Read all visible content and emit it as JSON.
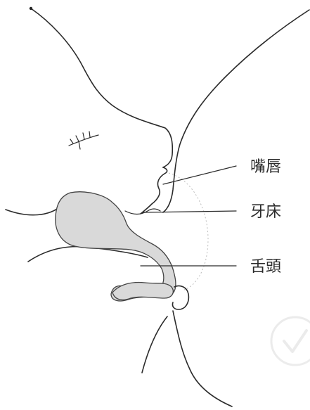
{
  "labels": {
    "lips": "嘴唇",
    "gum": "牙床",
    "tongue": "舌頭"
  },
  "colors": {
    "line": "#2b2b2b",
    "fill": "#d9d9d9",
    "watermark": "#dcdcdc"
  }
}
